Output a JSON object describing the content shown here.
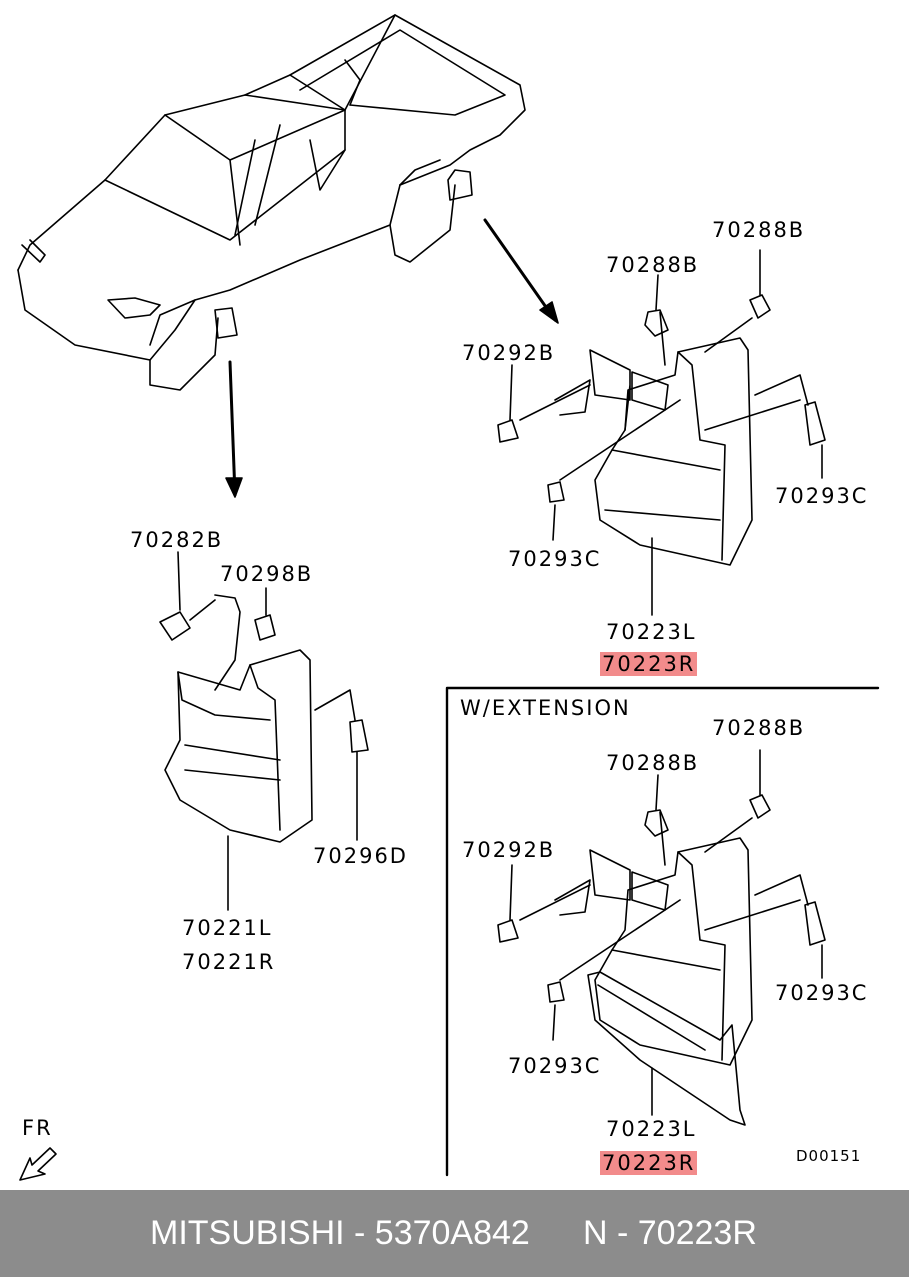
{
  "labels": {
    "upper_70288b_right": "70288B",
    "upper_70288b_left": "70288B",
    "upper_70292b": "70292B",
    "upper_70293c_right": "70293C",
    "upper_70293c_left": "70293C",
    "upper_70223l": "70223L",
    "upper_70223r": "70223R",
    "front_70282b": "70282B",
    "front_70298b": "70298B",
    "front_70296d": "70296D",
    "front_70221l": "70221L",
    "front_70221r": "70221R",
    "ext_title": "W/EXTENSION",
    "ext_70288b_right": "70288B",
    "ext_70288b_left": "70288B",
    "ext_70292b": "70292B",
    "ext_70293c_right": "70293C",
    "ext_70293c_left": "70293C",
    "ext_70223l": "70223L",
    "ext_70223r": "70223R",
    "diagram_code": "D00151",
    "fr_label": "FR"
  },
  "footer": {
    "brand_part": "MITSUBISHI - 5370A842",
    "ref": "N - 70223R"
  },
  "colors": {
    "highlight": "#f28b8b",
    "footer_bg": "#8c8c8c",
    "line": "#000000"
  }
}
